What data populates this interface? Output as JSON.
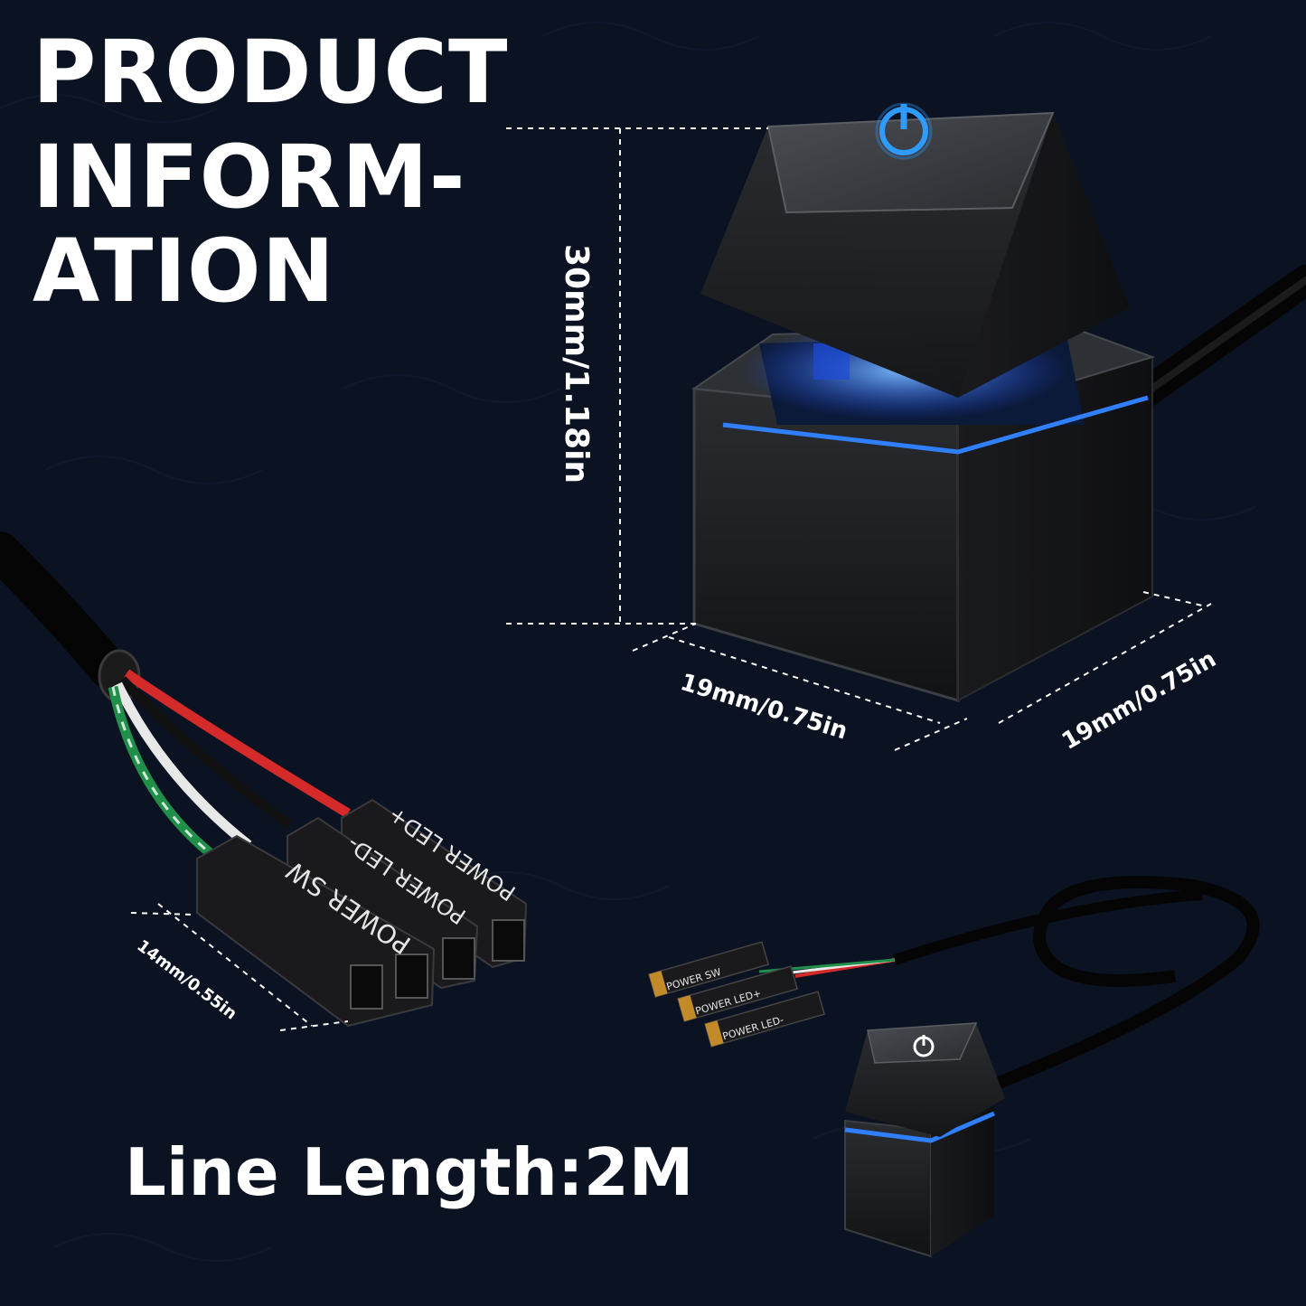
{
  "title": {
    "lines": [
      "PRODUCT",
      "INFORM-",
      "ATION"
    ]
  },
  "dimensions": {
    "height": "30mm/1.18in",
    "width_front": "19mm/0.75in",
    "width_side": "19mm/0.75in",
    "connector_width": "14mm/0.55in"
  },
  "connector_labels": [
    "POWER SW",
    "POWER LED-",
    "POWER LED+"
  ],
  "small_connector_labels": [
    "POWER SW",
    "POWER LED+",
    "POWER LED-"
  ],
  "footer": {
    "line_length": "Line Length:2M"
  },
  "colors": {
    "background": "#0b1222",
    "led_blue": "#2f7fff",
    "wire_red": "#d42a2a",
    "wire_green": "#1f8f4a",
    "wire_white": "#e8e8e8",
    "text": "#ffffff"
  },
  "icons": [
    "power-icon"
  ]
}
